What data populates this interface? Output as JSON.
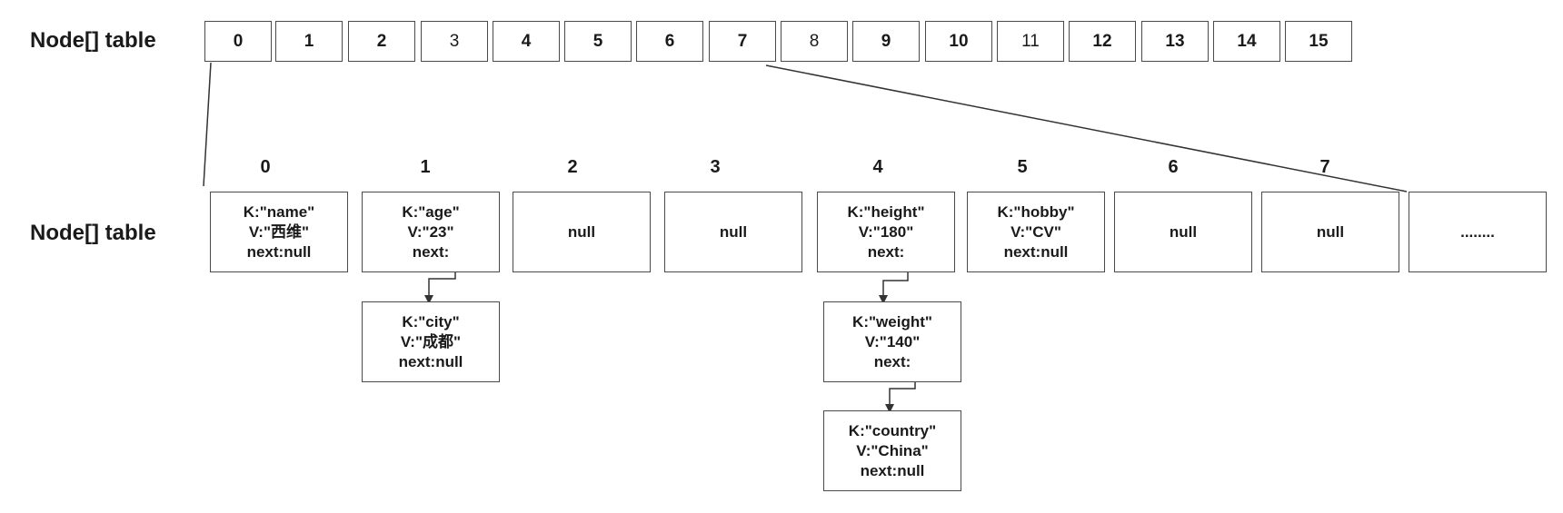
{
  "title_top": "Node[] table",
  "title_bottom": "Node[] table",
  "table": [
    "0",
    "1",
    "2",
    "3",
    "4",
    "5",
    "6",
    "7",
    "8",
    "9",
    "10",
    "11",
    "12",
    "13",
    "14",
    "15"
  ],
  "expanded_indices": [
    "0",
    "1",
    "2",
    "3",
    "4",
    "5",
    "6",
    "7"
  ],
  "slots": [
    {
      "type": "node",
      "k": "K:\"name\"",
      "v": "V:\"西维\"",
      "next": "next:null"
    },
    {
      "type": "node",
      "k": "K:\"age\"",
      "v": "V:\"23\"",
      "next": "next:"
    },
    {
      "type": "text",
      "text": "null"
    },
    {
      "type": "text",
      "text": "null"
    },
    {
      "type": "node",
      "k": "K:\"height\"",
      "v": "V:\"180\"",
      "next": "next:"
    },
    {
      "type": "node",
      "k": "K:\"hobby\"",
      "v": "V:\"CV\"",
      "next": "next:null"
    },
    {
      "type": "text",
      "text": "null"
    },
    {
      "type": "text",
      "text": "null"
    },
    {
      "type": "text",
      "text": "........"
    }
  ],
  "chain_nodes": [
    {
      "k": "K:\"city\"",
      "v": "V:\"成都\"",
      "next": "next:null"
    },
    {
      "k": "K:\"weight\"",
      "v": "V:\"140\"",
      "next": "next:"
    },
    {
      "k": "K:\"country\"",
      "v": "V:\"China\"",
      "next": "next:null"
    }
  ]
}
